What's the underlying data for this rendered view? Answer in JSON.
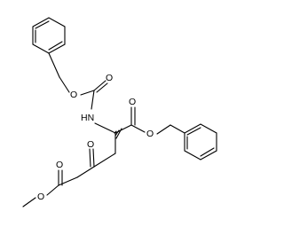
{
  "atom_labels": {
    "carbamate_ether_o": "O",
    "carbamate_carbonyl_o": "O",
    "nh": "HN",
    "ester_carbonyl_o": "O",
    "ester_ether_o": "O",
    "ketone_o": "O",
    "methyl_ester_carbonyl_o": "O",
    "methyl_ester_ether_o": "O"
  },
  "colors": {
    "bond": "#000000",
    "text": "#000000",
    "background": "#ffffff"
  }
}
